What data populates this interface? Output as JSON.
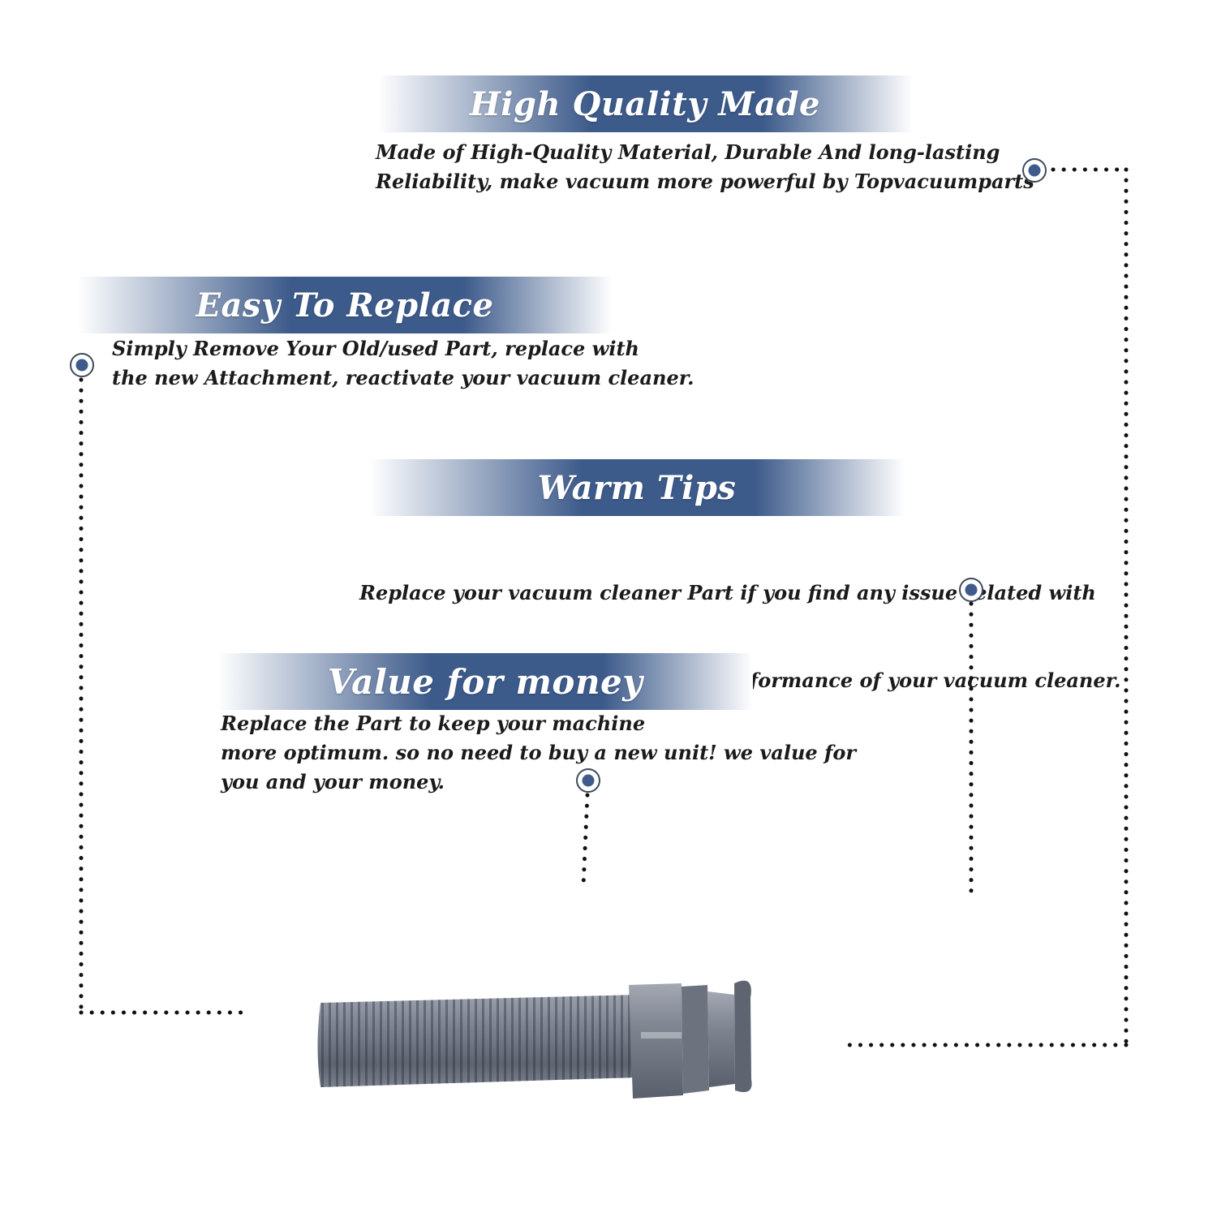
{
  "colors": {
    "banner_dark": "#3c5a8a",
    "banner_light": "#ffffff",
    "title_text": "#ffffff",
    "body_text": "#1b1b1b",
    "dot_accent": "#3f5b8c",
    "dot_ring": "#3d4a5c",
    "dotted_line": "#111111",
    "hose_gray": "#7c8290"
  },
  "product_image": {
    "icon": "vacuum-hose-attachment-icon"
  },
  "sections": [
    {
      "id": "high-quality",
      "title": "High Quality Made",
      "lines": [
        "Made of  High-Quality Material, Durable And long-lasting",
        "Reliability, make vacuum more powerful by Topvacuumparts"
      ]
    },
    {
      "id": "easy-replace",
      "title": "Easy To Replace",
      "lines": [
        "Simply Remove Your Old/used Part, replace with",
        "the new Attachment, reactivate your vacuum cleaner."
      ]
    },
    {
      "id": "warm-tips",
      "title": "Warm Tips",
      "lines": [
        "Replace your vacuum cleaner Part if you find any issue related with",
        " attachment to ensure optimum performance of your vacuum cleaner."
      ]
    },
    {
      "id": "value",
      "title": "Value for money",
      "lines": [
        "Replace the Part to keep your machine",
        "more optimum. so no need to buy a new unit! we value for",
        "you and your money."
      ]
    }
  ]
}
